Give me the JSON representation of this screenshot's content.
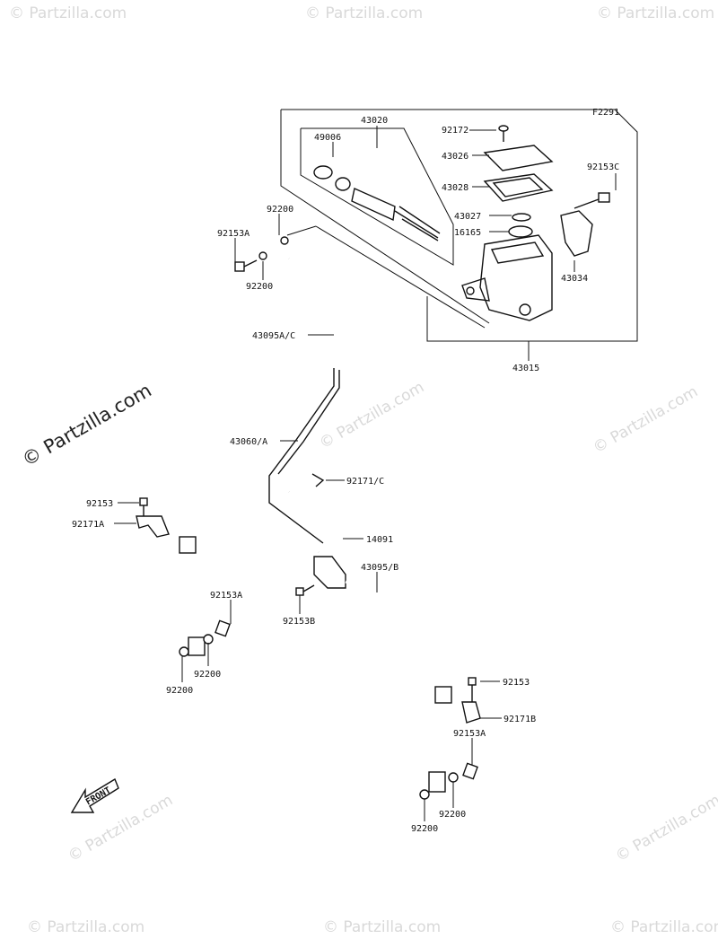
{
  "diagram": {
    "figure_code": "F2291",
    "front_label": "FRONT",
    "watermark_main": "© Partzilla.com",
    "watermark_small": "© Partzilla.com",
    "labels": {
      "p43020": "43020",
      "p92172": "92172",
      "p49006": "49006",
      "p43026": "43026",
      "p92153C": "92153C",
      "p43028": "43028",
      "p92200_a": "92200",
      "p43027": "43027",
      "p92153A_a": "92153A",
      "p16165": "16165",
      "p43034": "43034",
      "p92200_b": "92200",
      "p43095AC": "43095A/C",
      "p43015": "43015",
      "p43060A": "43060/A",
      "p92171C": "92171/C",
      "p92153_a": "92153",
      "p92171A": "92171A",
      "p14091": "14091",
      "p43095B": "43095/B",
      "p92153A_b": "92153A",
      "p92153B": "92153B",
      "p92200_c": "92200",
      "p92200_d": "92200",
      "p92153_b": "92153",
      "p92171B": "92171B",
      "p92153A_c": "92153A",
      "p92200_e": "92200",
      "p92200_f": "92200"
    }
  }
}
